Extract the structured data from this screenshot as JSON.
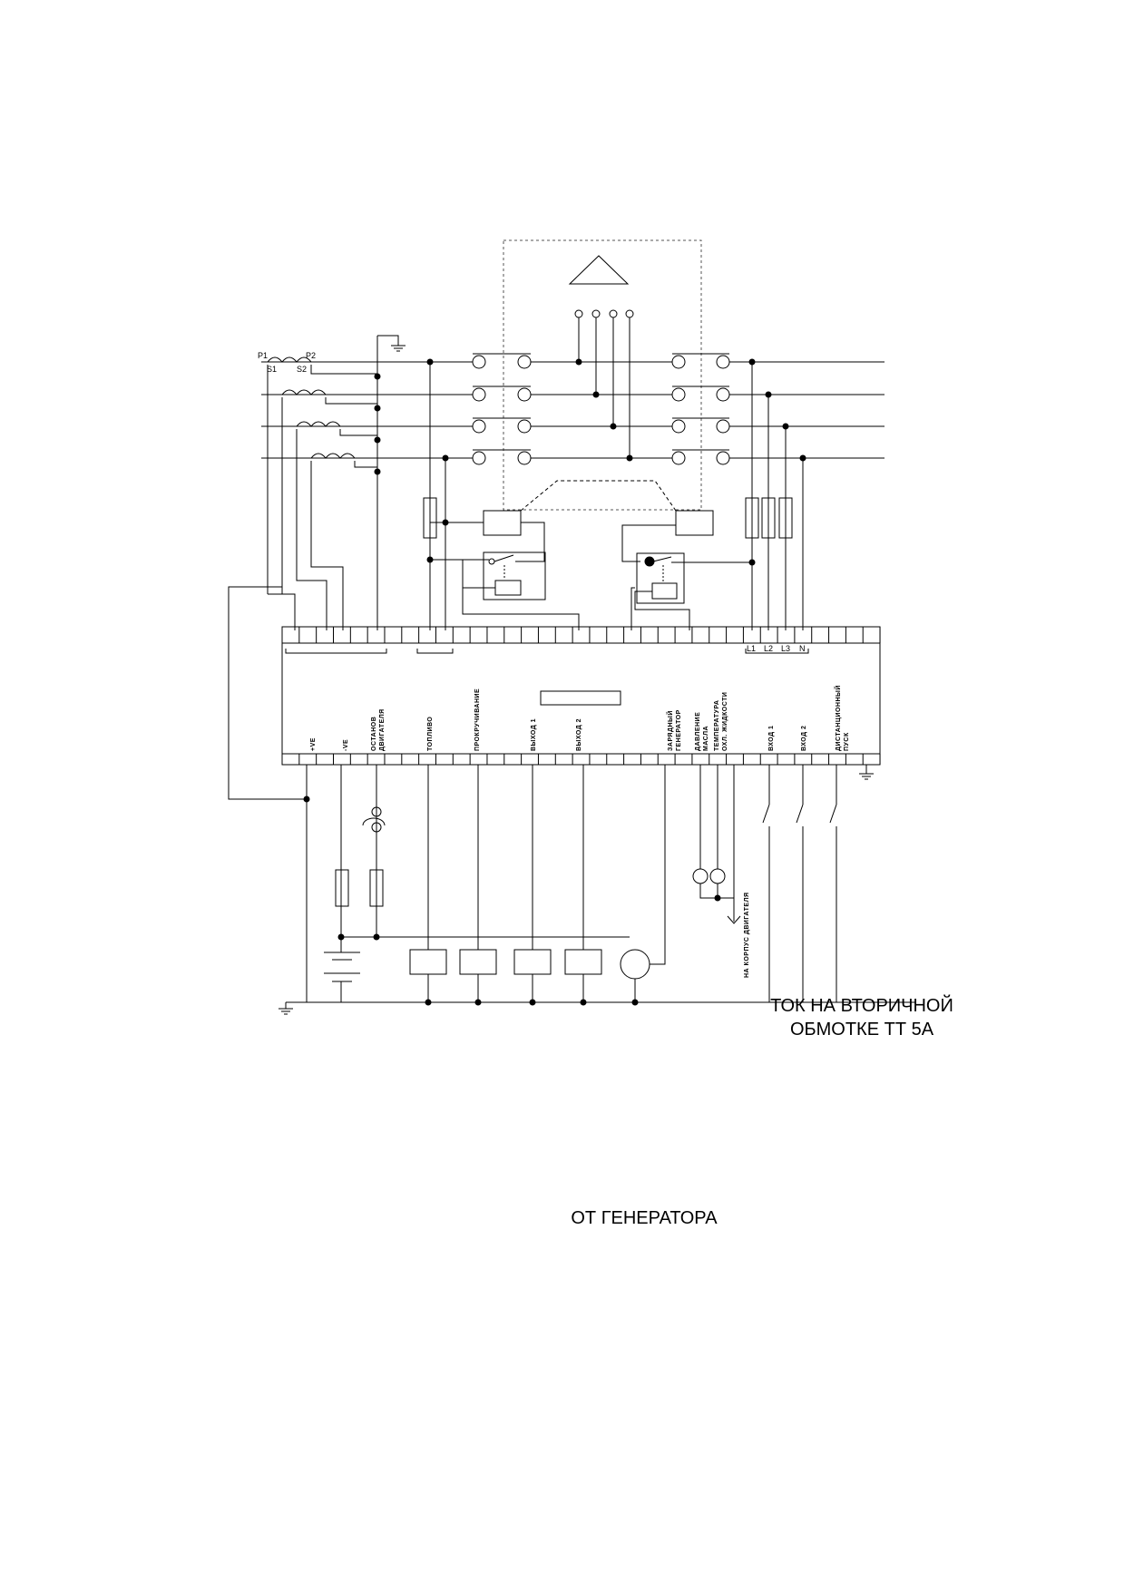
{
  "captions": {
    "ct_secondary": [
      "ТОК НА ВТОРИЧНОЙ",
      "ОБМОТКЕ ТТ 5А"
    ],
    "from_generator": "ОТ ГЕНЕРАТОРА"
  },
  "ct_labels": {
    "p1": "P1",
    "p2": "P2",
    "s1": "S1",
    "s2": "S2"
  },
  "phase_labels": [
    "L1",
    "L2",
    "L3",
    "N"
  ],
  "controller_terminals": [
    {
      "id": "plus-ve",
      "label": "+VE"
    },
    {
      "id": "minus-ve",
      "label": "-VE"
    },
    {
      "id": "engine-stop",
      "label": "ОСТАНОВ ДВИГАТЕЛЯ"
    },
    {
      "id": "fuel",
      "label": "ТОПЛИВО"
    },
    {
      "id": "crank",
      "label": "ПРОКРУЧИВАНИЕ"
    },
    {
      "id": "output1",
      "label": "ВЫХОД 1"
    },
    {
      "id": "output2",
      "label": "ВЫХОД 2"
    },
    {
      "id": "charge-gen",
      "label": "ЗАРЯДНЫЙ ГЕНЕРАТОР"
    },
    {
      "id": "oil-pressure",
      "label": "ДАВЛЕНИЕ МАСЛА"
    },
    {
      "id": "coolant-temp",
      "label": "ТЕМПЕРАТУРА ОХЛ. ЖИДКОСТИ"
    },
    {
      "id": "input1",
      "label": "ВХОД 1"
    },
    {
      "id": "input2",
      "label": "ВХОД 2"
    },
    {
      "id": "remote-start",
      "label": "ДИСТАНЦИОННЫЙ ПУСК"
    }
  ],
  "engine_ground_label": "НА КОРПУС ДВИГАТЕЛЯ"
}
